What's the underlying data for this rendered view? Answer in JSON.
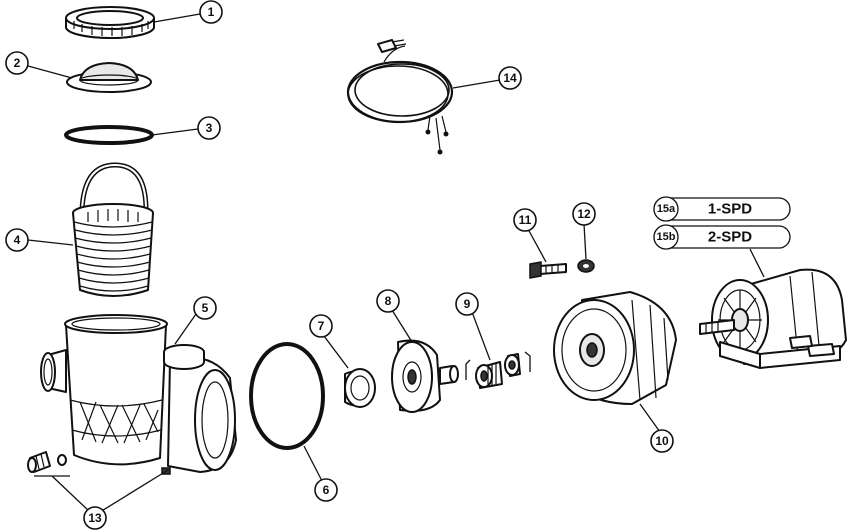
{
  "callouts": [
    {
      "id": "1",
      "label": "1"
    },
    {
      "id": "2",
      "label": "2"
    },
    {
      "id": "3",
      "label": "3"
    },
    {
      "id": "4",
      "label": "4"
    },
    {
      "id": "5",
      "label": "5"
    },
    {
      "id": "6",
      "label": "6"
    },
    {
      "id": "7",
      "label": "7"
    },
    {
      "id": "8",
      "label": "8"
    },
    {
      "id": "9",
      "label": "9"
    },
    {
      "id": "10",
      "label": "10"
    },
    {
      "id": "11",
      "label": "11"
    },
    {
      "id": "12",
      "label": "12"
    },
    {
      "id": "13",
      "label": "13"
    },
    {
      "id": "14",
      "label": "14"
    }
  ],
  "motor_options": [
    {
      "code": "15a",
      "label": "1-SPD"
    },
    {
      "code": "15b",
      "label": "2-SPD"
    }
  ]
}
